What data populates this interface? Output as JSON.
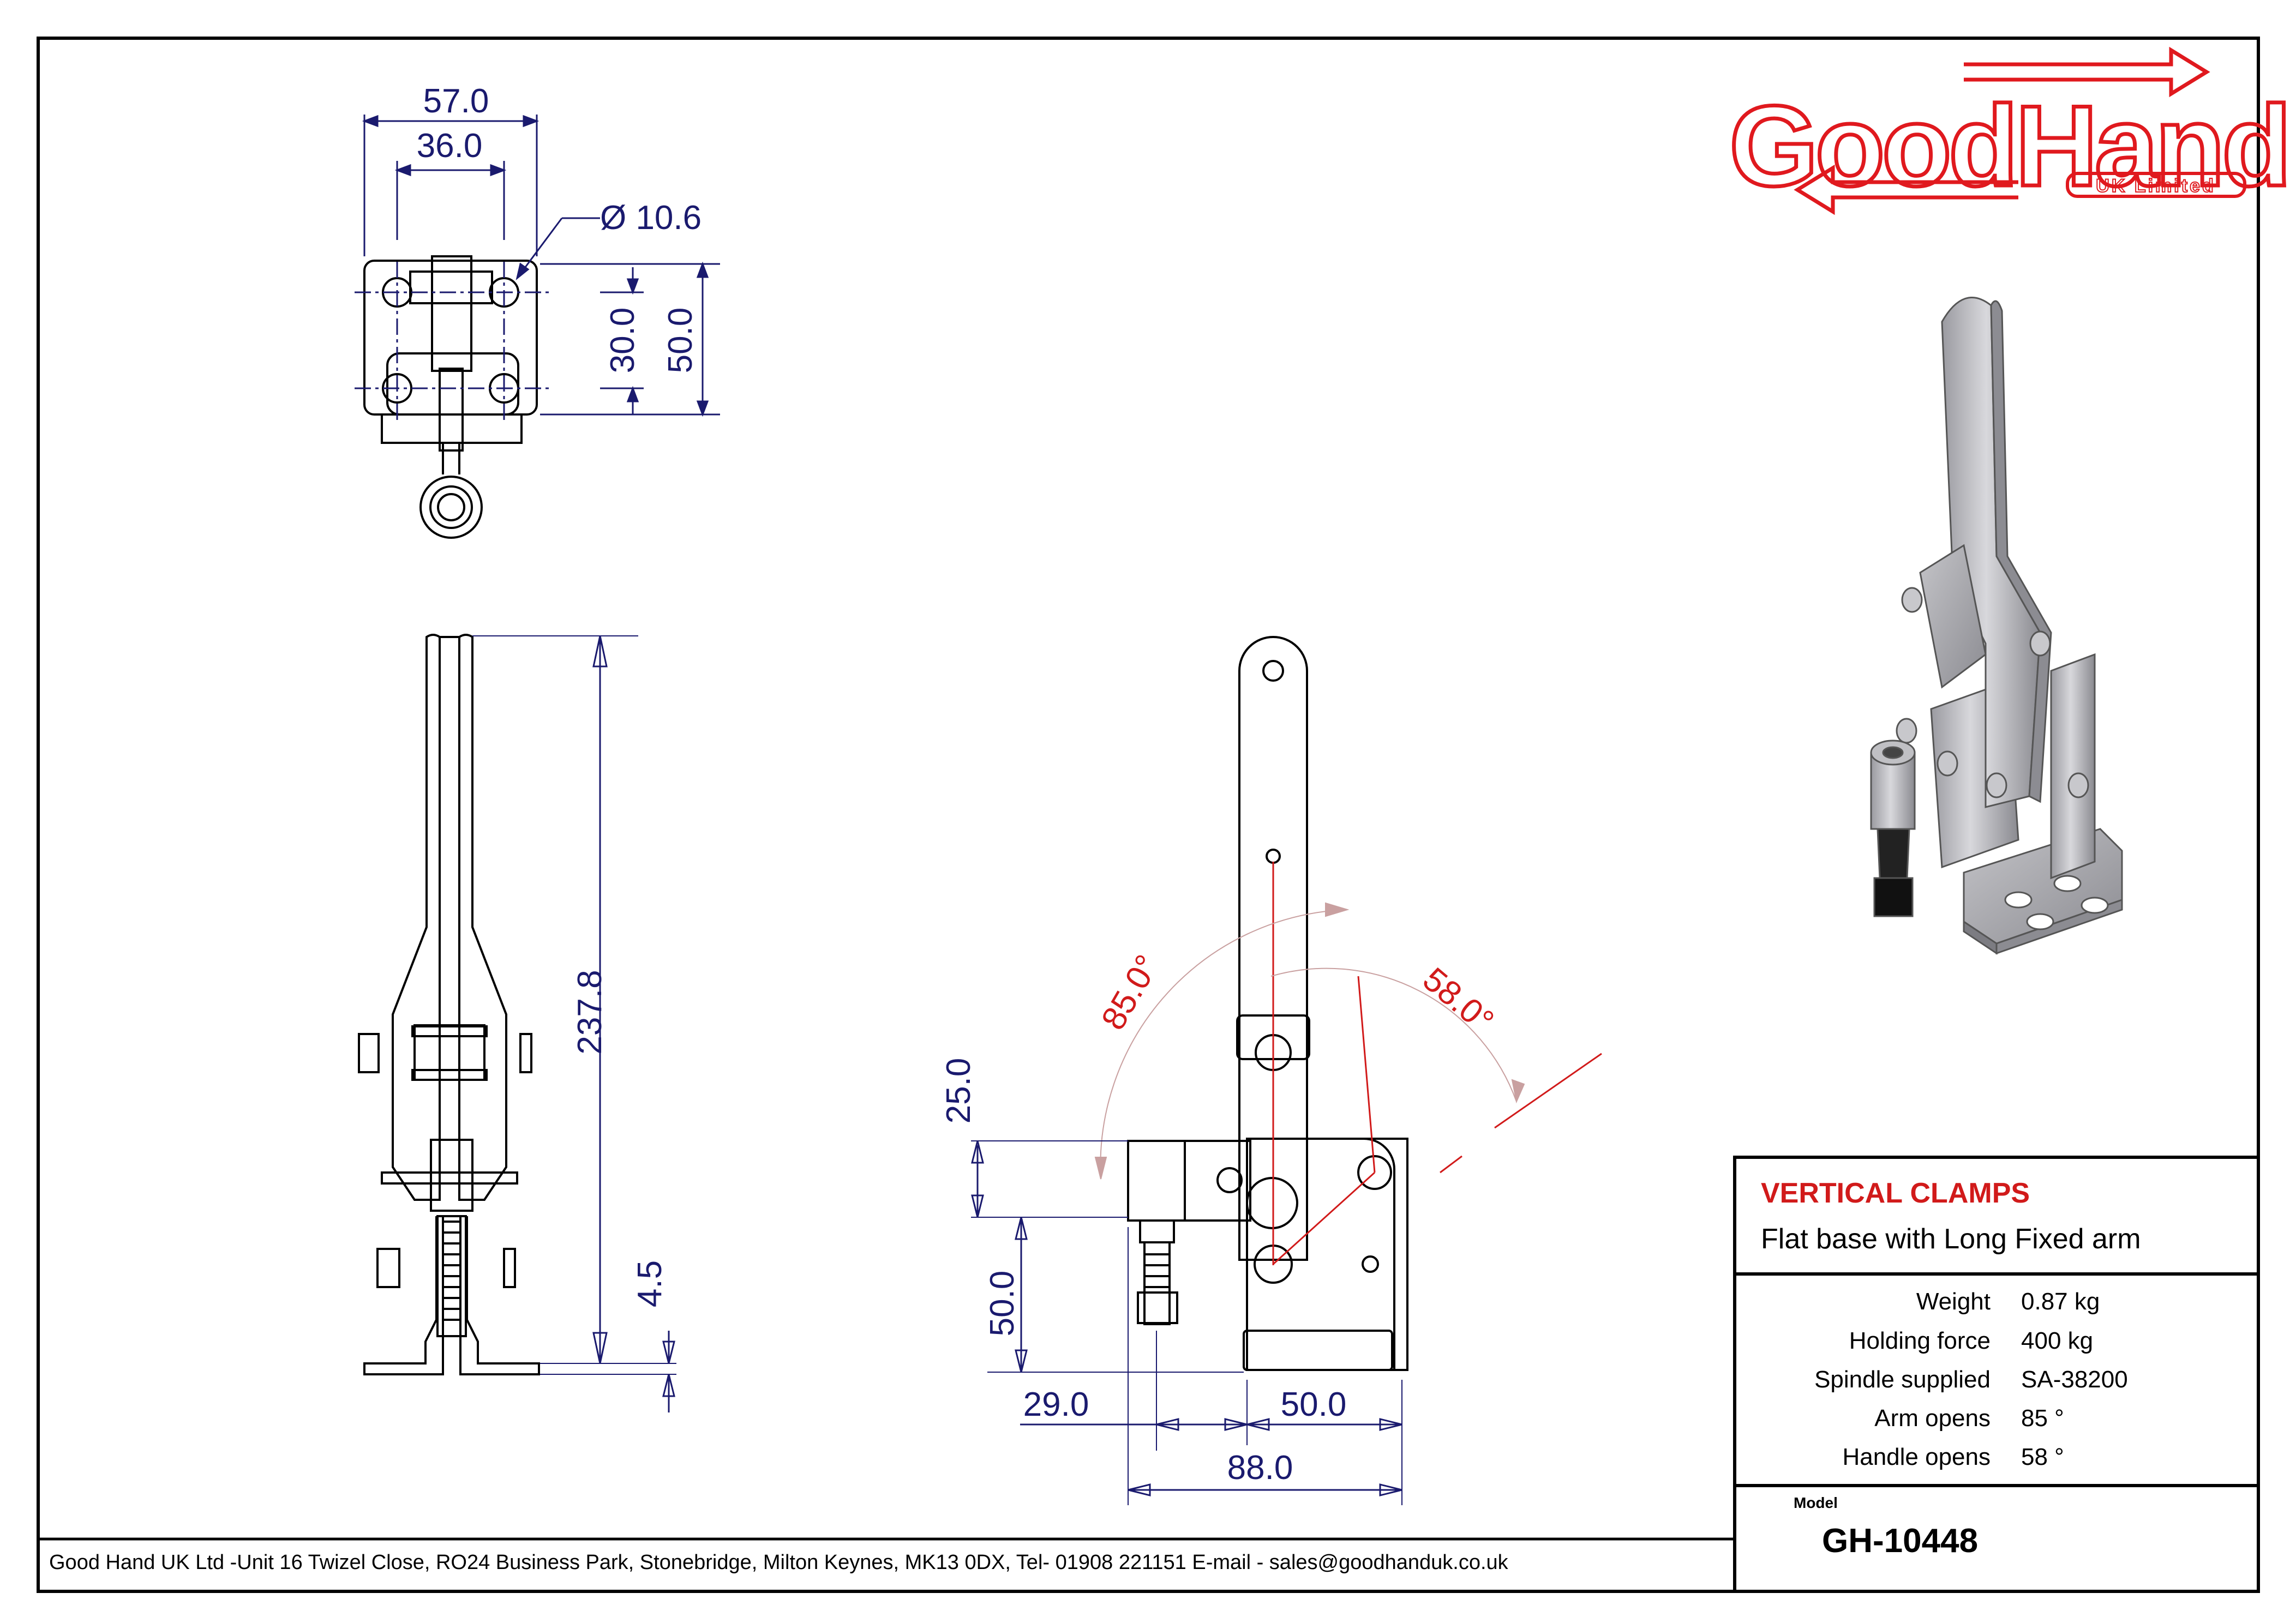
{
  "logo": {
    "brand": "GoodHand",
    "tagline": "UK Limited",
    "color": "#e0191e"
  },
  "dimensions": {
    "top_width_outer": "57.0",
    "top_width_inner": "36.0",
    "hole_diameter": "Ø 10.6",
    "hole_pitch": "30.0",
    "base_depth": "50.0",
    "overall_height": "237.8",
    "foot_thickness": "4.5",
    "spindle_height_a": "25.0",
    "spindle_height_b": "50.0",
    "spindle_offset": "29.0",
    "base_length": "50.0",
    "total_length": "88.0"
  },
  "angles": {
    "arm_open": "85.0°",
    "handle_open": "58.0°",
    "color": "#d11a1a"
  },
  "title_block": {
    "title": "VERTICAL CLAMPS",
    "subtitle": "Flat base with Long Fixed arm",
    "specs": [
      {
        "label": "Weight",
        "value": "0.87 kg"
      },
      {
        "label": "Holding force",
        "value": "400 kg"
      },
      {
        "label": "Spindle supplied",
        "value": "SA-38200"
      },
      {
        "label": "Arm opens",
        "value": "85 °"
      },
      {
        "label": "Handle opens",
        "value": "58 °"
      }
    ],
    "model_label": "Model",
    "model": "GH-10448"
  },
  "footer": "Good Hand UK Ltd -Unit 16 Twizel Close, RO24 Business Park, Stonebridge, Milton Keynes, MK13 0DX, Tel- 01908 221151 E-mail - sales@goodhanduk.co.uk",
  "colors": {
    "dimension_text": "#1a1a6e",
    "border": "#000000"
  }
}
